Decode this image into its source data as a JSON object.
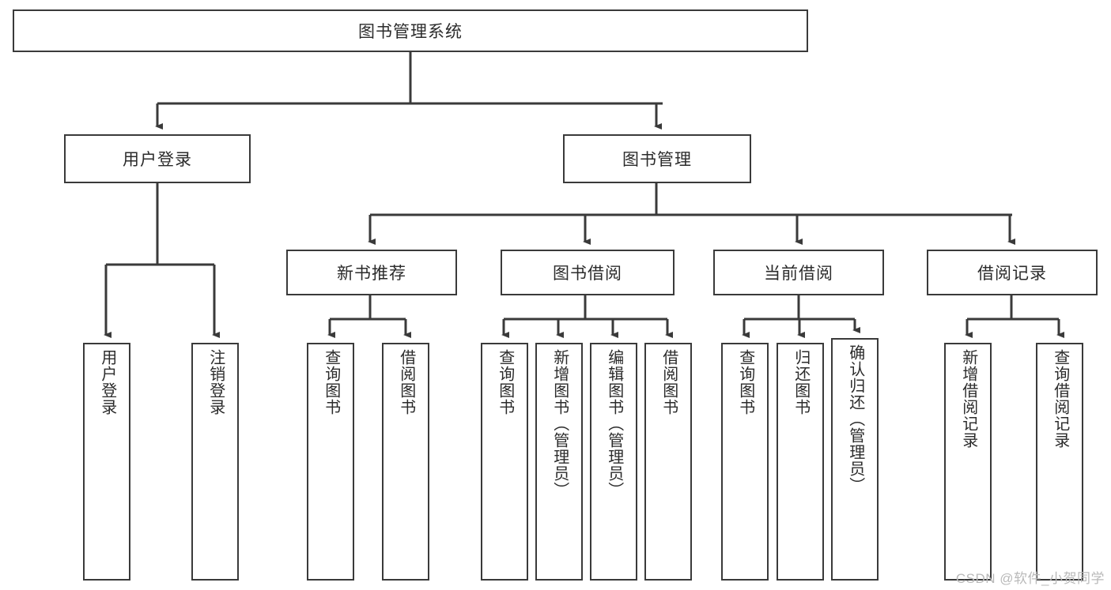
{
  "diagram": {
    "title": "图书管理系统",
    "type": "hierarchy-tree",
    "watermark": "CSDN @软件_小贺同学",
    "colors": {
      "background": "#ffffff",
      "box_border": "#3a3a3a",
      "edge": "#3a3a3a",
      "text": "#2b2b2b",
      "watermark": "#b9b9b9"
    },
    "nodes": {
      "root": {
        "label": "图书管理系统",
        "level": 1
      },
      "user_login": {
        "label": "用户登录",
        "level": 2
      },
      "book_manage": {
        "label": "图书管理",
        "level": 2
      },
      "new_book_rec": {
        "label": "新书推荐",
        "level": 3
      },
      "book_borrow": {
        "label": "图书借阅",
        "level": 3
      },
      "current_borrow": {
        "label": "当前借阅",
        "level": 3
      },
      "borrow_record": {
        "label": "借阅记录",
        "level": 3
      }
    },
    "leaves": {
      "user_login": [
        {
          "label": "用户登录"
        },
        {
          "label": "注销登录"
        }
      ],
      "new_book_rec": [
        {
          "label": "查询图书"
        },
        {
          "label": "借阅图书"
        }
      ],
      "book_borrow": [
        {
          "label": "查询图书"
        },
        {
          "label": "新增图书（管理员）"
        },
        {
          "label": "编辑图书（管理员）"
        },
        {
          "label": "借阅图书"
        }
      ],
      "current_borrow": [
        {
          "label": "查询图书"
        },
        {
          "label": "归还图书"
        },
        {
          "label": "确认归还（管理员）"
        }
      ],
      "borrow_record": [
        {
          "label": "新增借阅记录"
        },
        {
          "label": "查询借阅记录"
        }
      ]
    }
  }
}
